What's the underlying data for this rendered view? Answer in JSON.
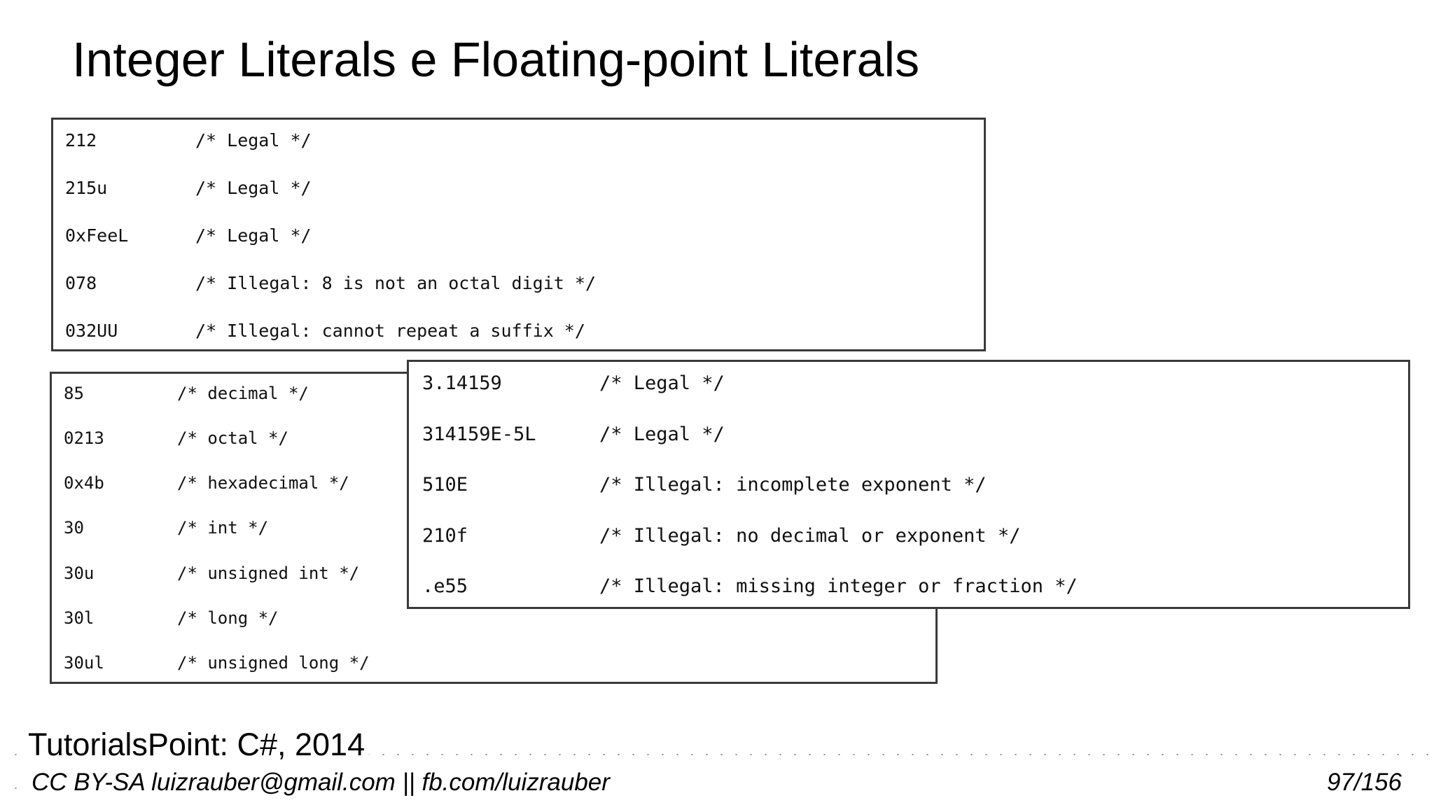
{
  "slide": {
    "title": "Integer Literals e Floating-point Literals"
  },
  "integer_legality": [
    {
      "value": "212",
      "comment": "/* Legal */"
    },
    {
      "value": "215u",
      "comment": "/* Legal */"
    },
    {
      "value": "0xFeeL",
      "comment": "/* Legal */"
    },
    {
      "value": "078",
      "comment": "/* Illegal: 8 is not an octal digit */"
    },
    {
      "value": "032UU",
      "comment": "/* Illegal: cannot repeat a suffix */"
    }
  ],
  "integer_types": [
    {
      "value": "85",
      "comment": "/* decimal */"
    },
    {
      "value": "0213",
      "comment": "/* octal */"
    },
    {
      "value": "0x4b",
      "comment": "/* hexadecimal */"
    },
    {
      "value": "30",
      "comment": "/* int */"
    },
    {
      "value": "30u",
      "comment": "/* unsigned int */"
    },
    {
      "value": "30l",
      "comment": "/* long */"
    },
    {
      "value": "30ul",
      "comment": "/* unsigned long */"
    }
  ],
  "float_literals": [
    {
      "value": "3.14159",
      "comment": "/* Legal */"
    },
    {
      "value": "314159E-5L",
      "comment": "/* Legal */"
    },
    {
      "value": "510E",
      "comment": "/* Illegal: incomplete exponent */"
    },
    {
      "value": "210f",
      "comment": "/* Illegal: no decimal or exponent */"
    },
    {
      "value": ".e55",
      "comment": "/* Illegal: missing integer or fraction */"
    }
  ],
  "footer": {
    "source": "TutorialsPoint: C#, 2014",
    "license": "CC BY-SA luizrauber@gmail.com || fb.com/luizrauber",
    "page": "97/156"
  }
}
